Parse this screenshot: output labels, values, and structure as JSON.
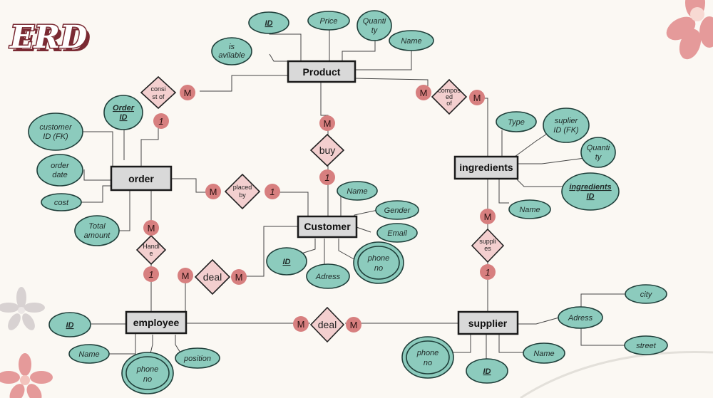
{
  "title": "ERD",
  "colors": {
    "background": "#fbf8f3",
    "entity_fill": "#d9d9d9",
    "attribute_fill": "#8ccbbd",
    "relationship_fill": "#f3cfcf",
    "cardinality_fill": "#d77f7f",
    "flower_pink": "#e59a9a",
    "flower_grey": "#d8d2d2"
  },
  "entities": {
    "product": "Product",
    "order": "order",
    "ingredients": "ingredients",
    "customer": "Customer",
    "employee": "employee",
    "supplier": "supplier"
  },
  "attributes": {
    "product_id": "ID",
    "product_price": "Price",
    "product_quantity_l1": "Quanti",
    "product_quantity_l2": "ty",
    "product_name": "Name",
    "product_available_l1": "is",
    "product_available_l2": "avilable",
    "order_id_l1": "Order",
    "order_id_l2": "ID",
    "order_customer_l1": "customer",
    "order_customer_l2": "ID (FK)",
    "order_date_l1": "order",
    "order_date_l2": "date",
    "order_cost": "cost",
    "order_total_l1": "Total",
    "order_total_l2": "amount",
    "ing_type": "Type",
    "ing_supplier_l1": "suplier",
    "ing_supplier_l2": "ID (FK)",
    "ing_quantity_l1": "Quanti",
    "ing_quantity_l2": "ty",
    "ing_id_l1": "ingredients",
    "ing_id_l2": "ID",
    "ing_name": "Name",
    "cust_name": "Name",
    "cust_gender": "Gender",
    "cust_email": "Email",
    "cust_id": "ID",
    "cust_address": "Adress",
    "cust_phone_l1": "phone",
    "cust_phone_l2": "no",
    "emp_id": "ID",
    "emp_name": "Name",
    "emp_phone_l1": "phone",
    "emp_phone_l2": "no",
    "emp_position": "position",
    "sup_address": "Adress",
    "sup_city": "city",
    "sup_street": "street",
    "sup_phone_l1": "phone",
    "sup_phone_l2": "no",
    "sup_id": "ID",
    "sup_name": "Name"
  },
  "relationships": {
    "consist_l1": "consi",
    "consist_l2": "st of",
    "composed_l1": "compos",
    "composed_l2": "ed",
    "composed_l3": "of",
    "buy": "buy",
    "placed_l1": "placed",
    "placed_l2": "by",
    "handle_l1": "Handl",
    "handle_l2": "e",
    "deal_emp_cust": "deal",
    "deal_emp_sup": "deal",
    "supplies_l1": "suppli",
    "supplies_l2": "es"
  },
  "cardinality": {
    "many": "M",
    "one": "1"
  }
}
